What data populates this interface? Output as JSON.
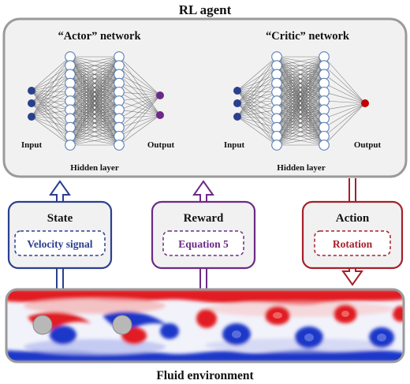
{
  "agent": {
    "title": "RL agent",
    "actor": {
      "title": "“Actor” network",
      "input_label": "Input",
      "hidden_label": "Hidden layer",
      "output_label": "Output"
    },
    "critic": {
      "title": "“Critic” network",
      "input_label": "Input",
      "hidden_label": "Hidden layer",
      "output_label": "Output"
    }
  },
  "boxes": {
    "state": {
      "title": "State",
      "subtitle": "Velocity signal",
      "color": "#2b3f8f"
    },
    "reward": {
      "title": "Reward",
      "subtitle": "Equation 5",
      "color": "#6c2a86"
    },
    "action": {
      "title": "Action",
      "subtitle": "Rotation",
      "color": "#a5202a"
    }
  },
  "environment": {
    "title": "Fluid environment"
  },
  "colors": {
    "input_node": "#2b3f8f",
    "actor_output_node": "#6c2a86",
    "critic_output_node": "#c00000",
    "hidden_node_stroke": "#5a7fb8",
    "panel_fill": "#f1f1f1",
    "panel_stroke": "#9a9a9a",
    "vortex_red": "#e11e23",
    "vortex_blue": "#1f37c9",
    "cylinder": "#b8b8b8"
  }
}
